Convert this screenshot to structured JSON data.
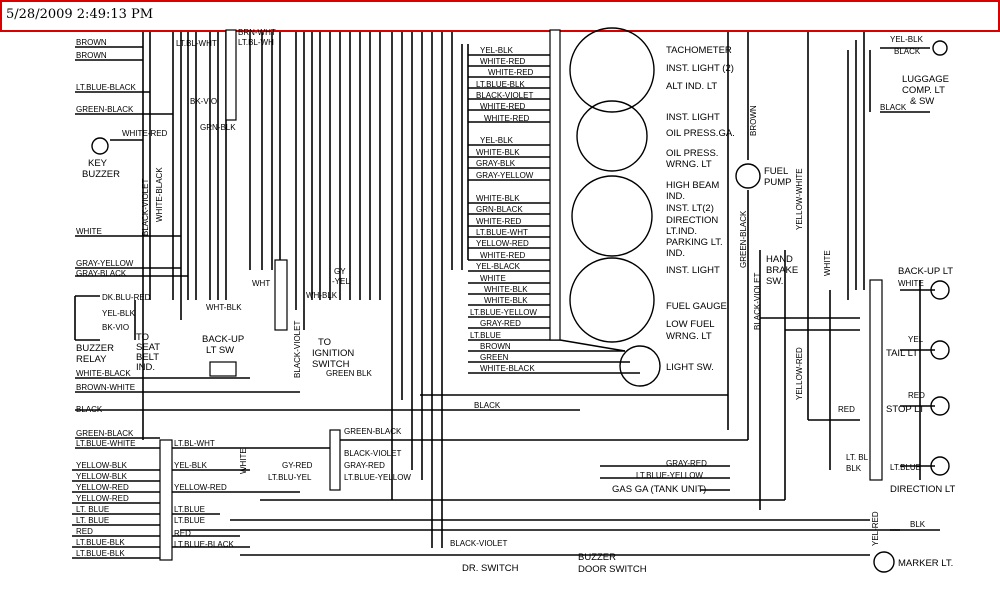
{
  "window": {
    "timestamp": "5/28/2009 2:49:13 PM"
  },
  "components": {
    "tachometer": "TACHOMETER",
    "inst_light_2": "INST. LIGHT (2)",
    "alt_ind_lt": "ALT IND. LT",
    "inst_light_a": "INST. LIGHT",
    "oil_press_ga": "OIL PRESS.GA.",
    "oil_press_wrng_1": "OIL PRESS.",
    "oil_press_wrng_2": "WRNG. LT",
    "high_beam_1": "HIGH BEAM",
    "high_beam_2": "IND.",
    "inst_lt_2": "INST. LT(2)",
    "direction_1": "DIRECTION",
    "direction_2": "LT.IND.",
    "parking_1": "PARKING LT.",
    "parking_2": "IND.",
    "inst_light_b": "INST. LIGHT",
    "fuel_gauge": "FUEL GAUGE",
    "low_fuel_1": "LOW FUEL",
    "low_fuel_2": "WRNG. LT",
    "light_sw": "LIGHT SW.",
    "fuel_pump_1": "FUEL",
    "fuel_pump_2": "PUMP",
    "hand_brake_1": "HAND",
    "hand_brake_2": "BRAKE",
    "hand_brake_3": "SW.",
    "luggage_1": "LUGGAGE",
    "luggage_2": "COMP. LT",
    "luggage_3": "& SW",
    "back_up_lt": "BACK-UP LT",
    "tail_lt": "TAIL LT",
    "stop_lt": "STOP LT",
    "direction_lt": "DIRECTION LT",
    "marker_lt": "MARKER LT.",
    "key_buzzer_1": "KEY",
    "key_buzzer_2": "BUZZER",
    "buzzer_relay_1": "BUZZER",
    "buzzer_relay_2": "RELAY",
    "to_seat_belt_1": "TO",
    "to_seat_belt_2": "SEAT",
    "to_seat_belt_3": "BELT",
    "to_seat_belt_4": "IND.",
    "back_up_lt_sw_1": "BACK-UP",
    "back_up_lt_sw_2": "LT SW",
    "to_ignition_1": "TO",
    "to_ignition_2": "IGNITION",
    "to_ignition_3": "SWITCH",
    "gas_ga": "GAS GA (TANK UNIT)",
    "dr_switch": "DR. SWITCH",
    "buzzer_door_1": "BUZZER",
    "buzzer_door_2": "DOOR SWITCH"
  },
  "wires_left": [
    "BROWN",
    "BROWN",
    "LT.BLUE-BLACK",
    "GREEN-BLACK",
    "WHITE-RED",
    "WHITE",
    "GRAY-YELLOW",
    "GRAY-BLACK",
    "WHITE-BLACK",
    "BROWN-WHITE",
    "BLACK",
    "GREEN-BLACK",
    "LT.BLUE-WHITE"
  ],
  "wires_bottom_left": [
    "YELLOW-BLK",
    "YELLOW-BLK",
    "YELLOW-RED",
    "YELLOW-RED",
    "LT. BLUE",
    "LT. BLUE",
    "RED",
    "LT.BLUE-BLK",
    "LT.BLUE-BLK"
  ],
  "wires_cluster": [
    "YEL-BLK",
    "WHITE-RED",
    "WHITE-RED",
    "LT.BLUE-BLK",
    "BLACK-VIOLET",
    "WHITE-RED",
    "WHITE-RED",
    "YEL-BLK",
    "WHITE-BLK",
    "GRAY-BLK",
    "GRAY-YELLOW",
    "WHITE-BLK",
    "GRN-BLACK",
    "WHITE-RED",
    "LT.BLUE-WHT",
    "YELLOW-RED",
    "WHITE-RED",
    "YEL-BLACK",
    "WHITE",
    "WHITE-BLK",
    "WHITE-BLK",
    "LT.BLUE-YELLOW",
    "GRAY-RED",
    "LT.BLUE",
    "BROWN",
    "GREEN",
    "WHITE-BLACK"
  ],
  "labels_misc": {
    "lt_bl_wht": "LT.BL-WHT",
    "brn_wht": "BRN-WHT",
    "lt_bl_wh": "LT.BL-WH",
    "bk_vio": "BK-VIO",
    "grn_blk": "GRN-BLK",
    "black_violet_v": "BLACK-VIOLET",
    "white_black_v": "WHITE-BLACK",
    "wht_a": "WHT",
    "wht_blk": "WHT-BLK",
    "wh_blk": "WH-BLK",
    "gy": "GY",
    "yel": "-YEL",
    "dk_blu_red": "DK.BLU-RED",
    "yel_blk": "YEL-BLK",
    "bk_vio_b": "BK-VIO",
    "black_violet_v2": "BLACK-VIOLET",
    "green_blk": "GREEN BLK",
    "green_black": "GREEN-BLACK",
    "black_violet": "BLACK-VIOLET",
    "gy_red": "GY-RED",
    "gray_red": "GRAY-RED",
    "lt_blu_yel": "LT.BLU-YEL",
    "lt_blue_yellow": "LT.BLUE-YELLOW",
    "lt_bl_wht_b": "LT.BL-WHT",
    "yel_blk_b": "YEL-BLK",
    "yellow_red": "YELLOW-RED",
    "lt_blue_c": "LT.BLUE",
    "lt_blue_d": "LT.BLUE",
    "red": "RED",
    "lt_blue_black": "LT.BLUE-BLACK",
    "white_v": "WHITE",
    "black_violet_bottom": "BLACK-VIOLET",
    "black_mid": "BLACK",
    "brown_v": "BROWN",
    "green_black_v": "GREEN-BLACK",
    "black_violet_v3": "BLACK-VIOLET",
    "white_v2": "WHITE",
    "yellow_white_v": "YELLOW-WHITE",
    "yellow_red_v": "YELLOW-RED",
    "red_b": "RED",
    "lt_bl_blk_1": "LT. BL",
    "lt_bl_blk_2": "BLK",
    "white_b": "WHITE",
    "yel_b": "YEL",
    "red_c": "RED",
    "lt_blue_e": "LT.BLUE",
    "gray_red_b": "GRAY-RED",
    "lt_blue_yellow_b": "LT.BLUE-YELLOW",
    "yel_blk_c": "YEL-BLK",
    "black_c": "BLACK",
    "black_d": "BLACK",
    "blk": "BLK",
    "yel_red_v": "YEL-RED"
  }
}
